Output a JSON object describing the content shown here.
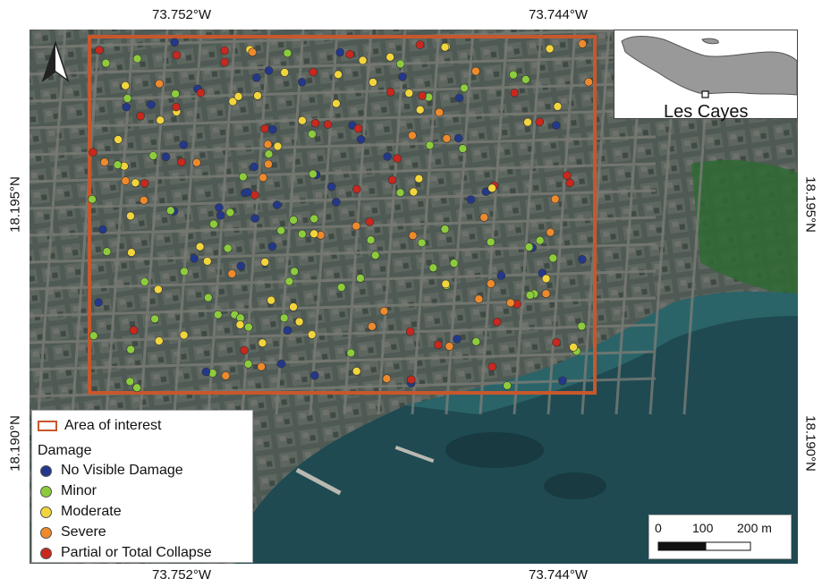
{
  "graticule": {
    "top_left": "73.752°W",
    "top_right": "73.744°W",
    "bottom_left": "73.752°W",
    "bottom_right": "73.744°W",
    "left_upper": "18.195°N",
    "left_lower": "18.190°N",
    "right_upper": "18.195°N",
    "right_lower": "18.190°N"
  },
  "inset": {
    "label": "Les Cayes"
  },
  "legend": {
    "aoi_label": "Area of interest",
    "damage_heading": "Damage",
    "classes": [
      {
        "key": "none",
        "label": "No Visible Damage",
        "color": "#23388a"
      },
      {
        "key": "minor",
        "label": "Minor",
        "color": "#8ccc3c"
      },
      {
        "key": "moderate",
        "label": "Moderate",
        "color": "#f2d53c"
      },
      {
        "key": "severe",
        "label": "Severe",
        "color": "#ee8a2c"
      },
      {
        "key": "collapse",
        "label": "Partial or Total Collapse",
        "color": "#c8281e"
      }
    ]
  },
  "scale": {
    "ticks": [
      "0",
      "100",
      "200 m"
    ]
  },
  "colors": {
    "aoi_border": "#c8572c",
    "sea": "#1f4a52",
    "land": "#56605a"
  },
  "icons": {
    "north_arrow": "north-arrow-icon"
  }
}
